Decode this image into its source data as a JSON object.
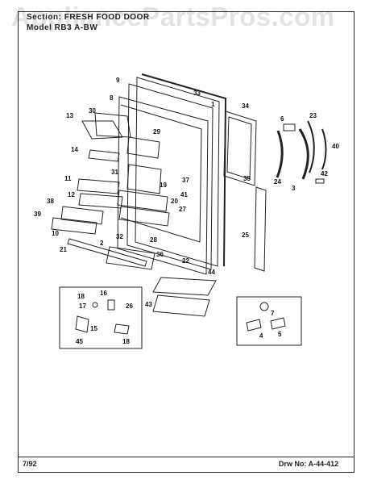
{
  "watermark": "AppliancePartsPros.com",
  "header": {
    "section_label": "Section:",
    "section_value": "FRESH FOOD DOOR",
    "model_label": "Model",
    "model_value": "RB3 A-BW"
  },
  "footer": {
    "date": "7/92",
    "drawing": "Drw No: A-44-412"
  },
  "callouts": [
    "1",
    "2",
    "3",
    "4",
    "5",
    "6",
    "7",
    "8",
    "9",
    "10",
    "11",
    "12",
    "13",
    "14",
    "15",
    "16",
    "17",
    "18",
    "18",
    "19",
    "20",
    "21",
    "22",
    "23",
    "24",
    "25",
    "26",
    "27",
    "28",
    "29",
    "30",
    "31",
    "32",
    "33",
    "34",
    "35",
    "36",
    "37",
    "38",
    "39",
    "40",
    "41",
    "42",
    "43",
    "44",
    "45"
  ],
  "colors": {
    "line": "#222222",
    "watermark": "#e3e3e3"
  }
}
